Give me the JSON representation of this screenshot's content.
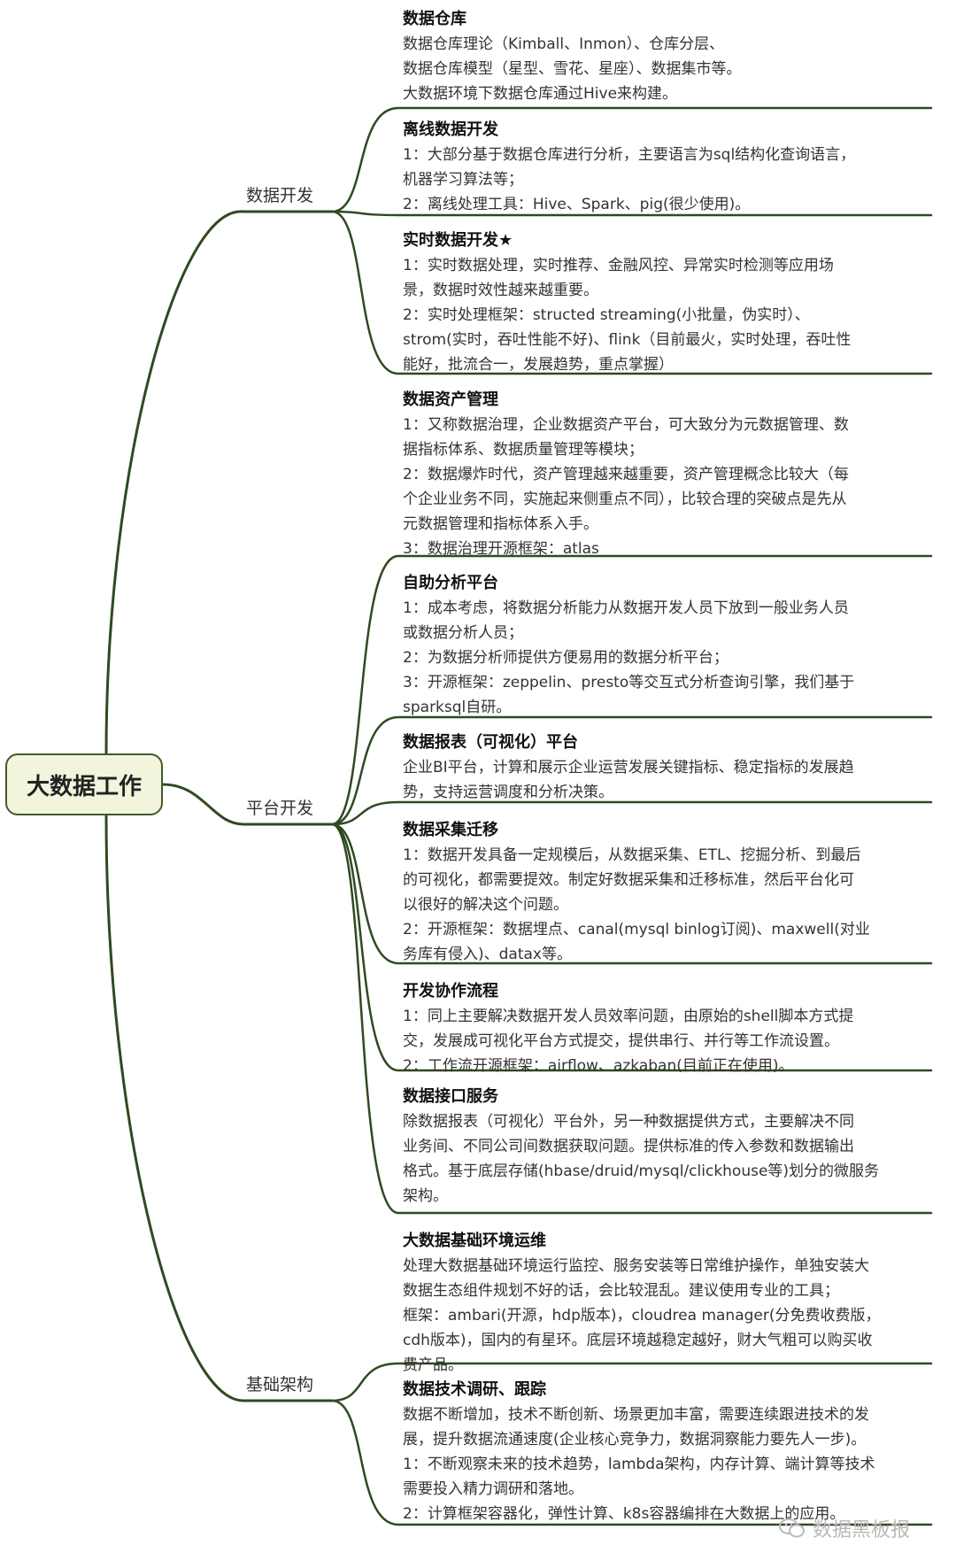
{
  "root": {
    "label": "大数据工作"
  },
  "branches": [
    {
      "label": "数据开发"
    },
    {
      "label": "平台开发"
    },
    {
      "label": "基础架构"
    }
  ],
  "leaves": [
    {
      "title": "数据仓库",
      "lines": [
        "数据仓库理论（Kimball、Inmon）、仓库分层、",
        "数据仓库模型（星型、雪花、星座）、数据集市等。",
        "大数据环境下数据仓库通过Hive来构建。"
      ]
    },
    {
      "title": "离线数据开发",
      "lines": [
        "1：大部分基于数据仓库进行分析，主要语言为sql结构化查询语言，",
        "机器学习算法等；",
        "2：离线处理工具：Hive、Spark、pig(很少使用)。"
      ]
    },
    {
      "title": "实时数据开发★",
      "lines": [
        "1：实时数据处理，实时推荐、金融风控、异常实时检测等应用场",
        "景，数据时效性越来越重要。",
        "2：实时处理框架：structed streaming(小批量，伪实时）、",
        "strom(实时，吞吐性能不好)、flink（目前最火，实时处理，吞吐性",
        "能好，批流合一，发展趋势，重点掌握）"
      ]
    },
    {
      "title": "数据资产管理",
      "lines": [
        "1：又称数据治理，企业数据资产平台，可大致分为元数据管理、数",
        "据指标体系、数据质量管理等模块；",
        "2：数据爆炸时代，资产管理越来越重要，资产管理概念比较大（每",
        "个企业业务不同，实施起来侧重点不同），比较合理的突破点是先从",
        "元数据管理和指标体系入手。",
        "3：数据治理开源框架：atlas"
      ]
    },
    {
      "title": "自助分析平台",
      "lines": [
        "1：成本考虑，将数据分析能力从数据开发人员下放到一般业务人员",
        "或数据分析人员；",
        "2：为数据分析师提供方便易用的数据分析平台；",
        "3：开源框架：zeppelin、presto等交互式分析查询引擎，我们基于",
        "sparksql自研。"
      ]
    },
    {
      "title": "数据报表（可视化）平台",
      "lines": [
        "企业BI平台，计算和展示企业运营发展关键指标、稳定指标的发展趋",
        "势，支持运营调度和分析决策。"
      ]
    },
    {
      "title": "数据采集迁移",
      "lines": [
        "1：数据开发具备一定规模后，从数据采集、ETL、挖掘分析、到最后",
        "的可视化，都需要提效。制定好数据采集和迁移标准，然后平台化可",
        "以很好的解决这个问题。",
        "2：开源框架：数据埋点、canal(mysql binlog订阅)、maxwell(对业",
        "务库有侵入)、datax等。"
      ]
    },
    {
      "title": "开发协作流程",
      "lines": [
        "1：同上主要解决数据开发人员效率问题，由原始的shell脚本方式提",
        "交，发展成可视化平台方式提交，提供串行、并行等工作流设置。",
        "2：工作流开源框架：airflow、azkaban(目前正在使用)。"
      ]
    },
    {
      "title": "数据接口服务",
      "lines": [
        "除数据报表（可视化）平台外，另一种数据提供方式，主要解决不同",
        "业务间、不同公司间数据获取问题。提供标准的传入参数和数据输出",
        "格式。基于底层存储(hbase/druid/mysql/clickhouse等)划分的微服务",
        "架构。"
      ]
    },
    {
      "title": "大数据基础环境运维",
      "lines": [
        "处理大数据基础环境运行监控、服务安装等日常维护操作，单独安装大",
        "数据生态组件规划不好的话，会比较混乱。建议使用专业的工具；",
        "框架：ambari(开源，hdp版本)，cloudrea manager(分免费收费版，",
        "cdh版本)，国内的有星环。底层环境越稳定越好，财大气粗可以购买收",
        "费产品。"
      ]
    },
    {
      "title": "数据技术调研、跟踪",
      "lines": [
        "数据不断增加，技术不断创新、场景更加丰富，需要连续跟进技术的发",
        "展，提升数据流通速度(企业核心竞争力，数据洞察能力要先人一步)。",
        "1：不断观察未来的技术趋势，lambda架构，内存计算、端计算等技术",
        "需要投入精力调研和落地。",
        "2：计算框架容器化，弹性计算、k8s容器编排在大数据上的应用。"
      ]
    }
  ],
  "watermark": {
    "text": "数据黑板报"
  },
  "colors": {
    "line": "#2f4a22",
    "root_fill": "#f2f4dc",
    "root_border": "#3f5a2c"
  }
}
